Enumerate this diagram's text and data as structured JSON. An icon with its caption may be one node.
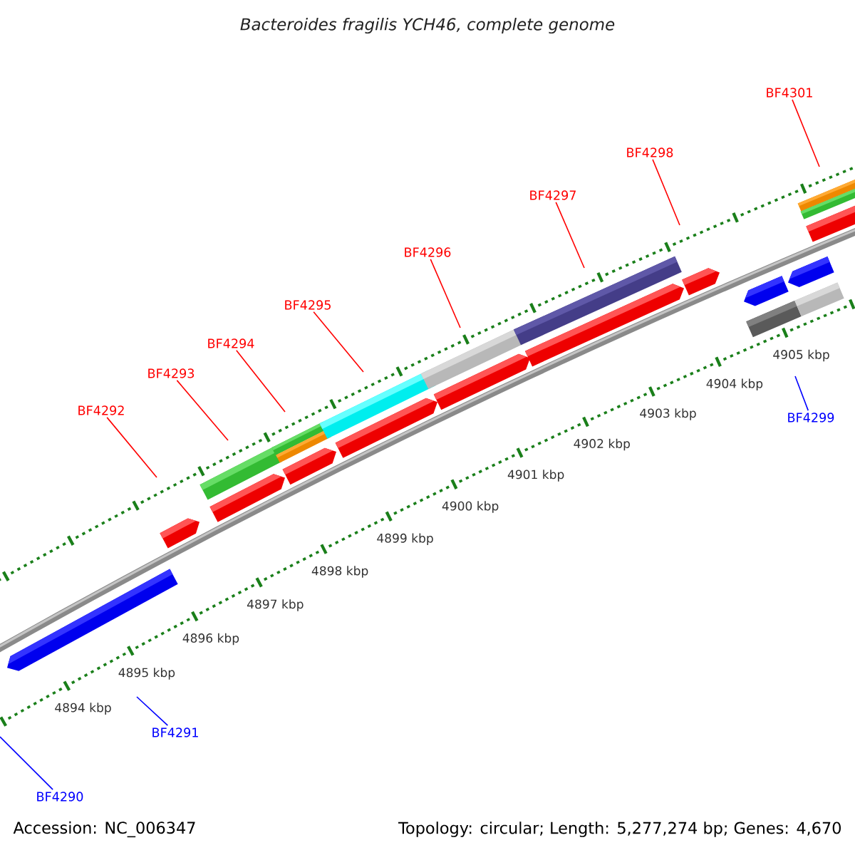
{
  "diagram": {
    "title": "Bacteroides fragilis YCH46, complete genome",
    "nodes": [
      {
        "text": [
          "BF4301"
        ]
      },
      {
        "text": [
          "BF4298"
        ]
      },
      {
        "text": [
          "BF4297"
        ]
      },
      {
        "text": [
          "BF4296"
        ]
      },
      {
        "text": [
          "BF4295"
        ]
      },
      {
        "text": [
          "BF4294"
        ]
      },
      {
        "text": [
          "BF4293"
        ]
      },
      {
        "text": [
          "BF4292"
        ]
      },
      {
        "text": [
          "BF4299"
        ]
      },
      {
        "text": [
          "BF4291"
        ]
      },
      {
        "text": [
          "BF4290"
        ]
      }
    ],
    "edges": [
      {
        "from": 0,
        "to": null,
        "arrow": "none"
      },
      {
        "from": 1,
        "to": null,
        "arrow": "none"
      },
      {
        "from": 2,
        "to": null,
        "arrow": "none"
      },
      {
        "from": 3,
        "to": null,
        "arrow": "none"
      },
      {
        "from": 4,
        "to": null,
        "arrow": "none"
      },
      {
        "from": 5,
        "to": null,
        "arrow": "none"
      },
      {
        "from": 6,
        "to": null,
        "arrow": "none"
      },
      {
        "from": 7,
        "to": null,
        "arrow": "none"
      },
      {
        "from": 8,
        "to": null,
        "arrow": "none",
        "color": "#0000ff"
      },
      {
        "from": 9,
        "to": null,
        "arrow": "none",
        "color": "#0000ff"
      },
      {
        "from": 10,
        "to": null,
        "arrow": "none",
        "color": "#0000ff"
      }
    ],
    "labels": [
      "4894 kbp",
      "4895 kbp",
      "4896 kbp",
      "4897 kbp",
      "4898 kbp",
      "4899 kbp",
      "4900 kbp",
      "4901 kbp",
      "4902 kbp",
      "4903 kbp",
      "4904 kbp",
      "4905 kbp",
      "Accession: NC_006347",
      "Topology: circular; Length: 5,277,274 bp; Genes: 4,670"
    ]
  }
}
